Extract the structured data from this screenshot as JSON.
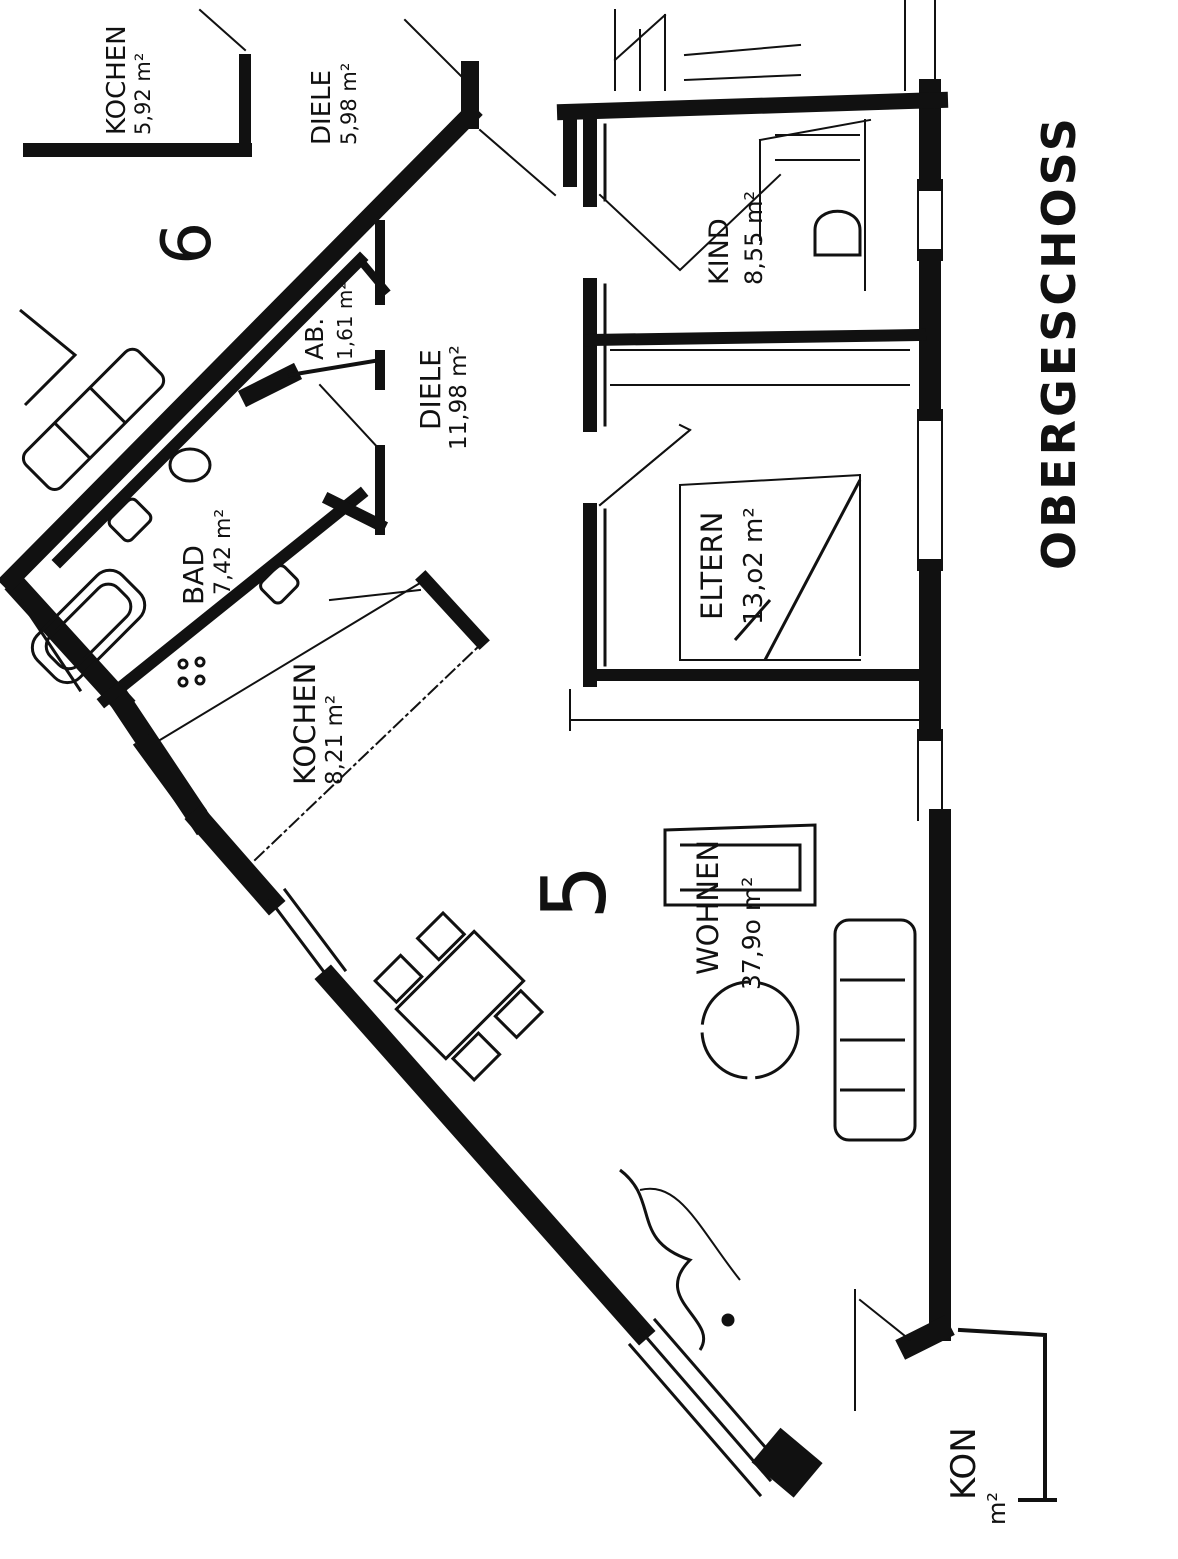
{
  "floor_label": "OBERGESCHOSS",
  "apartments": [
    {
      "number": "6",
      "rooms": [
        {
          "name": "KOCHEN",
          "area": "5,92 m²"
        },
        {
          "name": "DIELE",
          "area": "5,98 m²"
        }
      ]
    },
    {
      "number": "5",
      "rooms": [
        {
          "name": "KIND",
          "area": "8,55 m²"
        },
        {
          "name": "AB.",
          "area": "1,61 m²"
        },
        {
          "name": "DIELE",
          "area": "11,98 m²"
        },
        {
          "name": "BAD",
          "area": "7,42 m²"
        },
        {
          "name": "ELTERN",
          "area": "13,o2 m²"
        },
        {
          "name": "KOCHEN",
          "area": "8,21 m²"
        },
        {
          "name": "WOHNEN",
          "area": "37,9o m²"
        }
      ]
    }
  ],
  "balcony": {
    "name": "KON",
    "area": "m²"
  },
  "colors": {
    "ink": "#111111",
    "paper": "#ffffff"
  }
}
